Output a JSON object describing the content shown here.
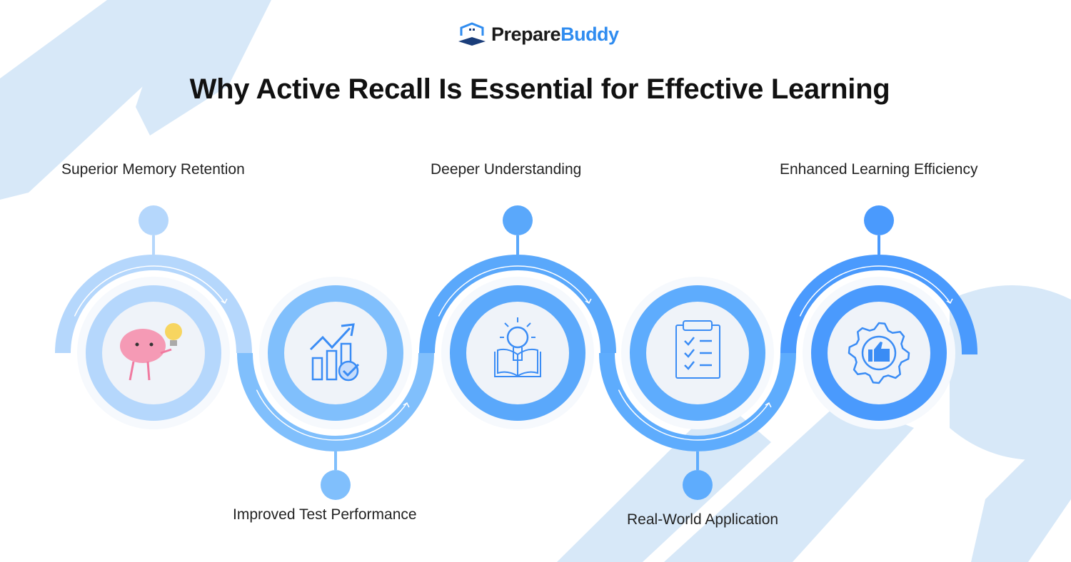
{
  "logo": {
    "part1": "Prepare",
    "part2": "Buddy"
  },
  "title": "Why Active Recall Is Essential for Effective Learning",
  "steps": [
    {
      "label": "Superior Memory Retention",
      "icon": "brain-lightbulb-icon",
      "color": "#b5d7fc"
    },
    {
      "label": "Improved Test Performance",
      "icon": "chart-check-icon",
      "color": "#80bffc"
    },
    {
      "label": "Deeper Understanding",
      "icon": "lightbulb-book-icon",
      "color": "#5aa8fb"
    },
    {
      "label": "Real-World Application",
      "icon": "clipboard-checklist-icon",
      "color": "#5eacfd"
    },
    {
      "label": "Enhanced Learning Efficiency",
      "icon": "gear-thumbs-up-icon",
      "color": "#4a9afd"
    }
  ]
}
